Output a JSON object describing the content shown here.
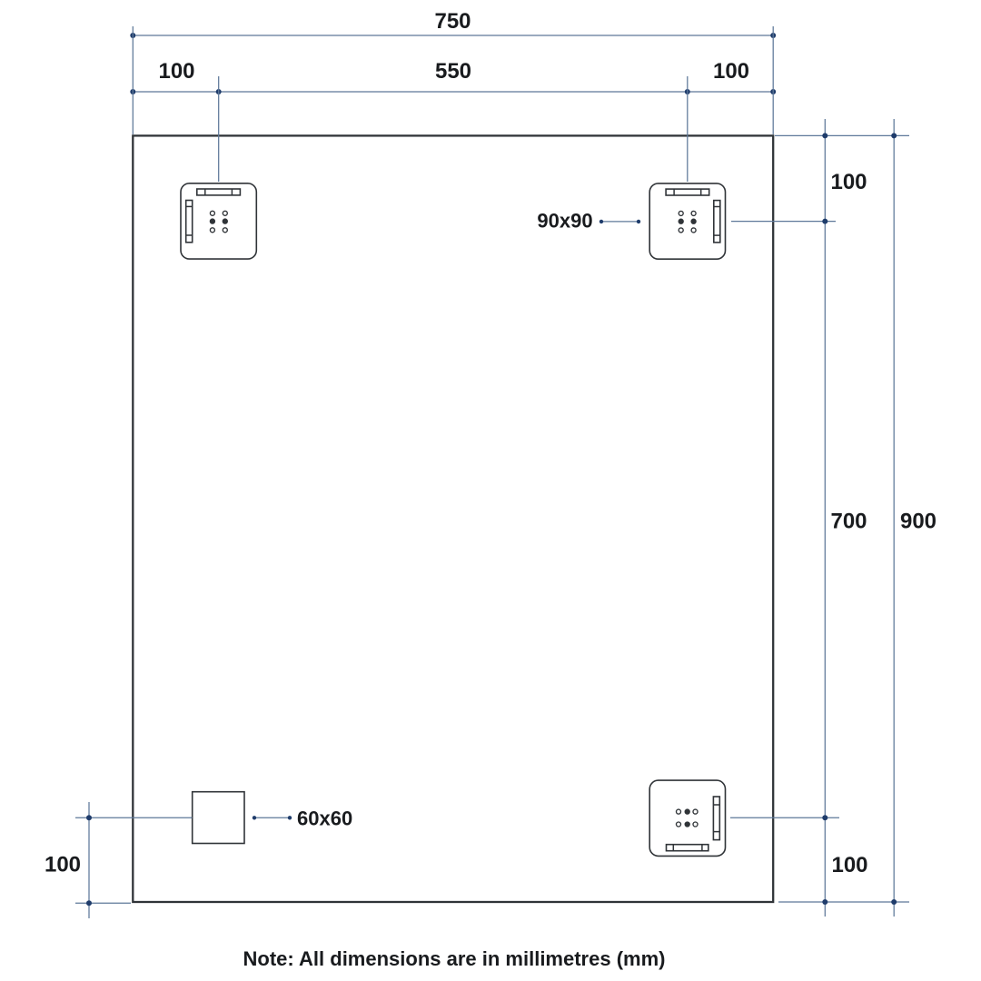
{
  "title": "Mirror mounting dimensions diagram",
  "units": "mm",
  "colors": {
    "background": "#ffffff",
    "outline": "#303438",
    "dimension": "#5e7899",
    "marker": "#1f3c6b",
    "label": "#191b1e"
  },
  "dim_labels": {
    "total_width": "750",
    "left_offset": "100",
    "center_span": "550",
    "right_offset": "100",
    "right_top_offset": "100",
    "mid_height": "700",
    "total_height": "900",
    "right_bottom_offset": "100",
    "left_bottom_offset": "100"
  },
  "annotations": {
    "bracket_size": "90x90",
    "square_size": "60x60"
  },
  "note": "Note: All dimensions are in millimetres (mm)"
}
